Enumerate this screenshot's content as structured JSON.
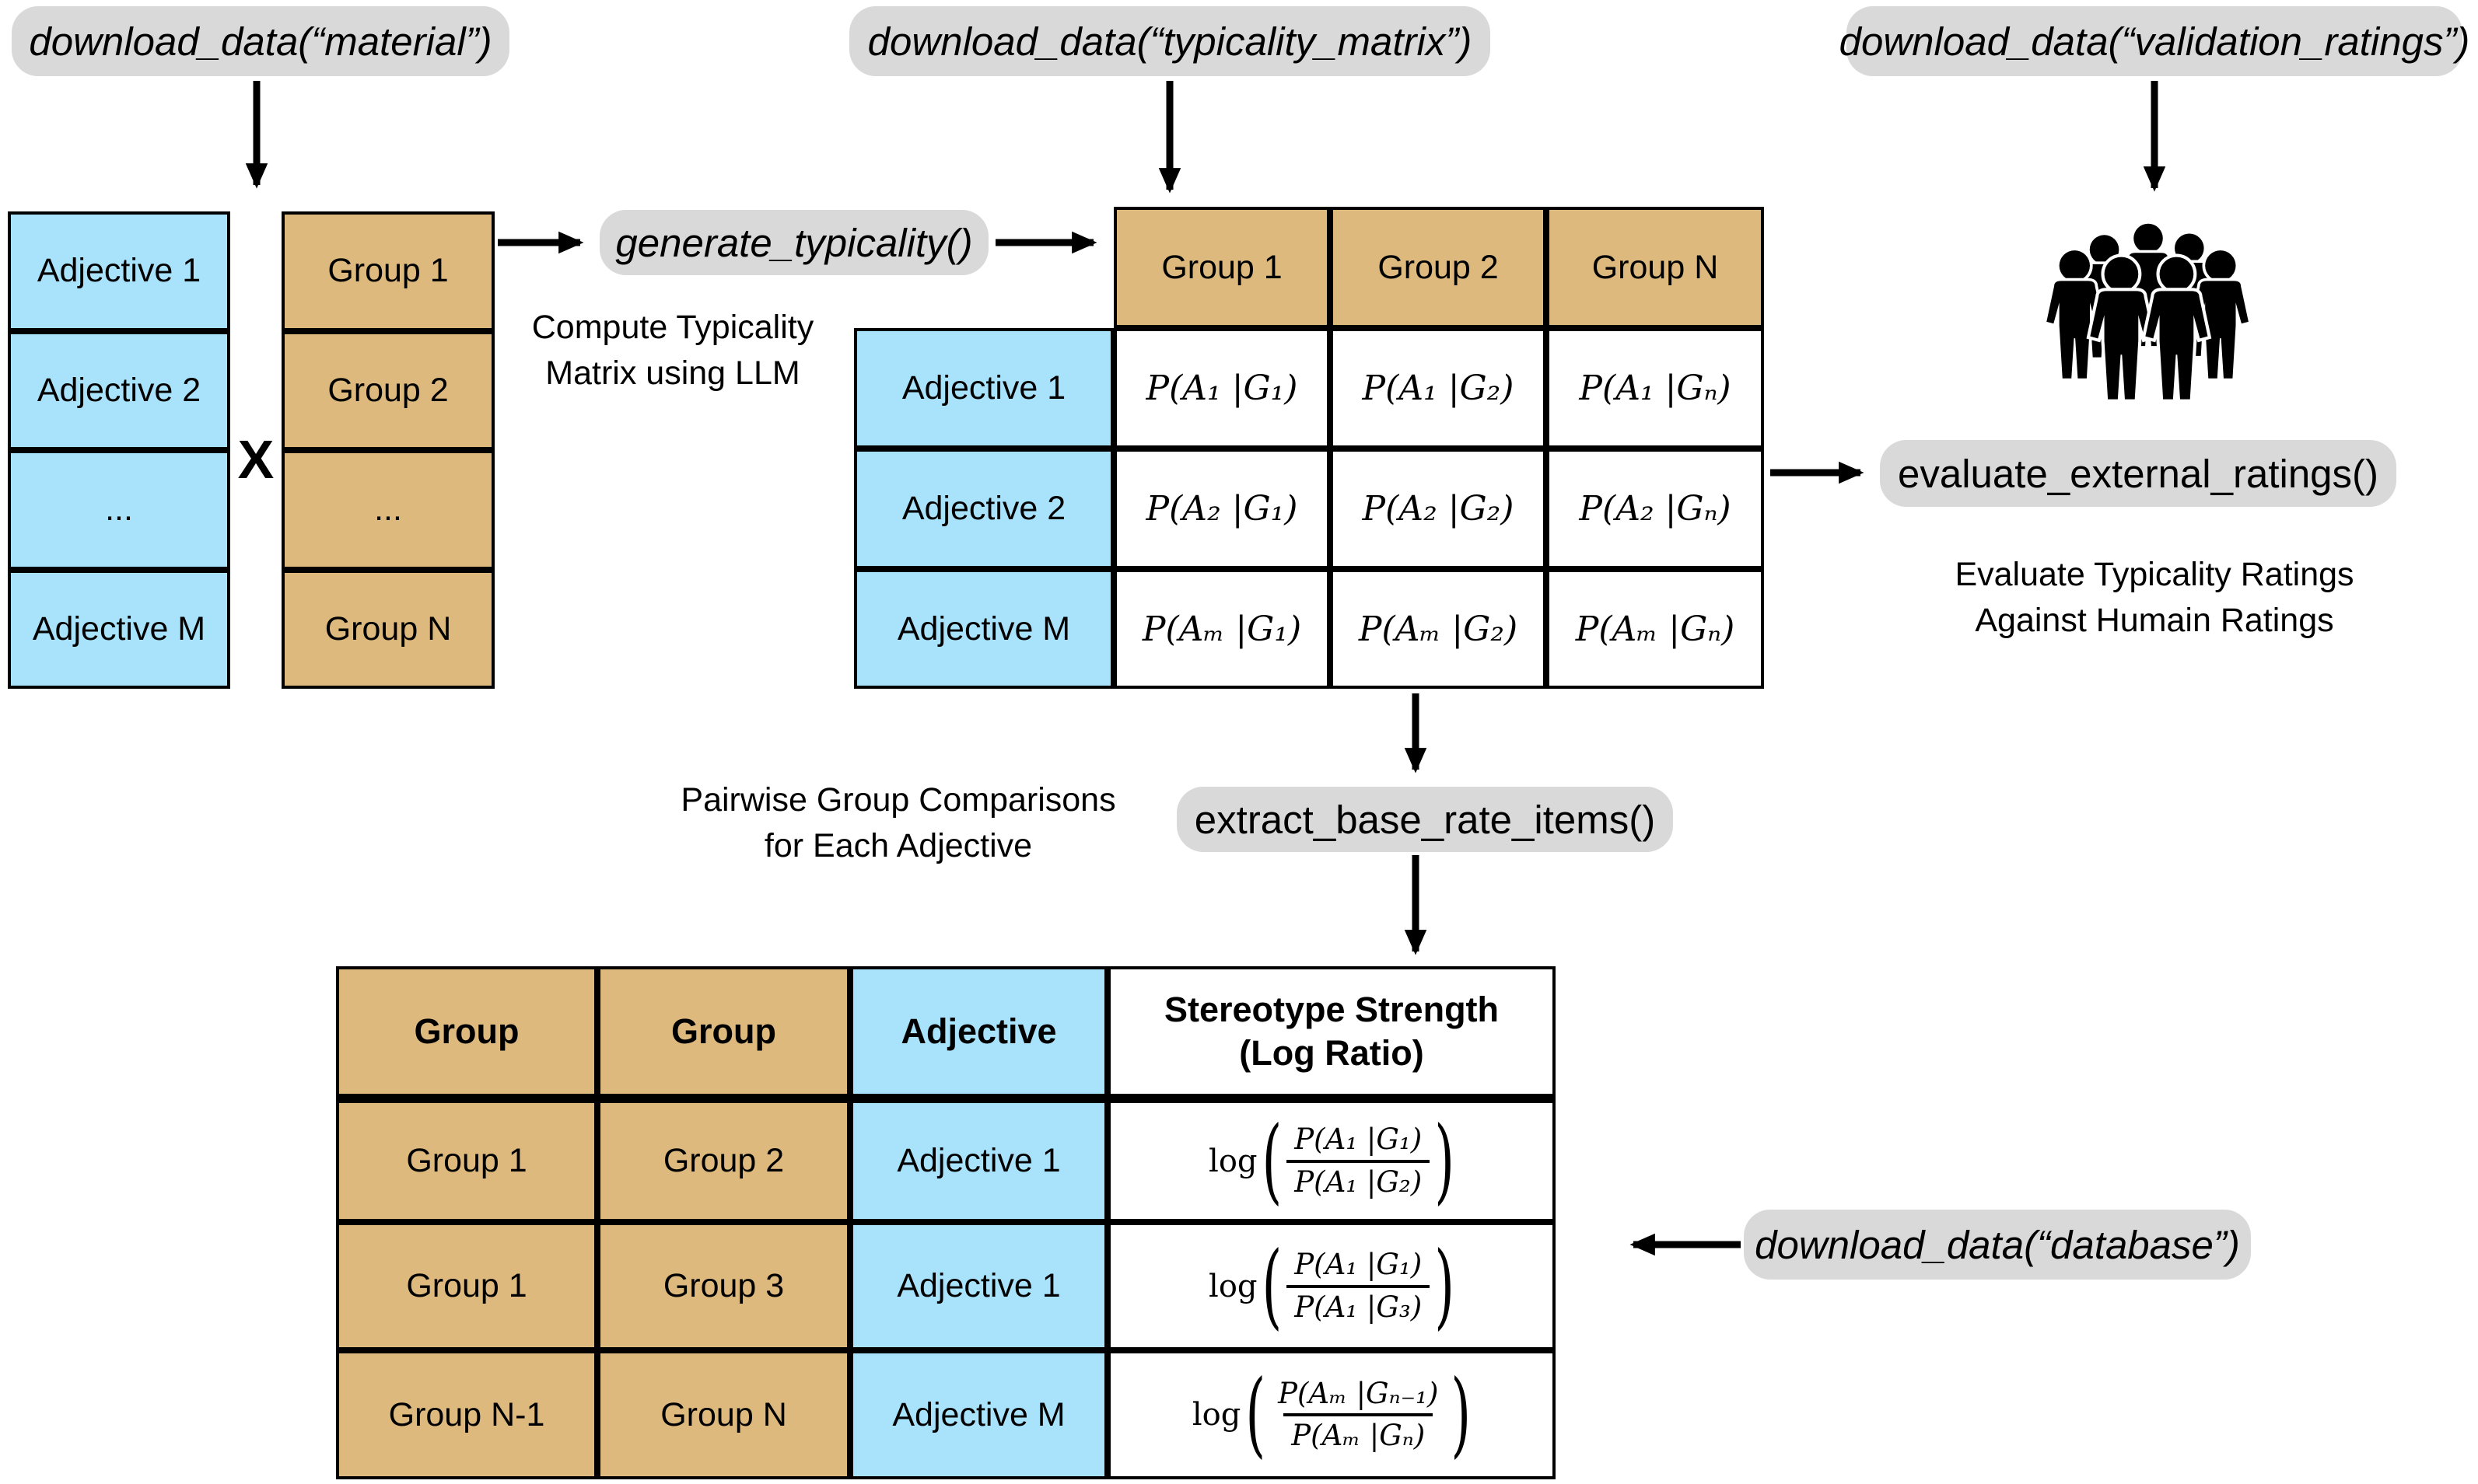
{
  "colors": {
    "tan": "#DDB97E",
    "blue": "#A8E2FB",
    "pill": "#D9D9D9",
    "ink": "#000000",
    "bg": "#FFFFFF"
  },
  "pills": {
    "material": "download_data(“material”)",
    "typicality_matrix": "download_data(“typicality_matrix”)",
    "validation_ratings": "download_data(“validation_ratings”)",
    "generate_typicality": "generate_typicality()",
    "evaluate_external_ratings": "evaluate_external_ratings()",
    "extract_base_rate_items": "extract_base_rate_items()",
    "database": "download_data(“database”)"
  },
  "captions": {
    "compute_line1": "Compute Typicality",
    "compute_line2": "Matrix using LLM",
    "pairwise_line1": "Pairwise Group Comparisons",
    "pairwise_line2": "for Each Adjective",
    "evaluate_line1": "Evaluate Typicality Ratings",
    "evaluate_line2": "Against Humain Ratings"
  },
  "cross_operator": "X",
  "adjective_list": {
    "rows": [
      "Adjective 1",
      "Adjective 2",
      "...",
      "Adjective M"
    ]
  },
  "group_list": {
    "rows": [
      "Group 1",
      "Group 2",
      "...",
      "Group N"
    ]
  },
  "matrix": {
    "col_headers": [
      "Group 1",
      "Group 2",
      "Group N"
    ],
    "row_headers": [
      "Adjective 1",
      "Adjective 2",
      "Adjective M"
    ],
    "cells": [
      [
        "P(A₁ |G₁)",
        "P(A₁ |G₂)",
        "P(A₁ |Gₙ)"
      ],
      [
        "P(A₂ |G₁)",
        "P(A₂ |G₂)",
        "P(A₂ |Gₙ)"
      ],
      [
        "P(Aₘ |G₁)",
        "P(Aₘ |G₂)",
        "P(Aₘ |Gₙ)"
      ]
    ]
  },
  "bottom_table": {
    "headers": [
      "Group",
      "Group",
      "Adjective"
    ],
    "strength_header_line1": "Stereotype Strength",
    "strength_header_line2": "(Log Ratio)",
    "log_label": "log",
    "rows": [
      {
        "group_a": "Group 1",
        "group_b": "Group 2",
        "adjective": "Adjective 1",
        "num": "P(A₁ |G₁)",
        "den": "P(A₁ |G₂)"
      },
      {
        "group_a": "Group 1",
        "group_b": "Group 3",
        "adjective": "Adjective 1",
        "num": "P(A₁ |G₁)",
        "den": "P(A₁ |G₃)"
      },
      {
        "group_a": "Group N-1",
        "group_b": "Group N",
        "adjective": "Adjective M",
        "num": "P(Aₘ |Gₙ₋₁)",
        "den": "P(Aₘ |Gₙ)"
      }
    ]
  }
}
